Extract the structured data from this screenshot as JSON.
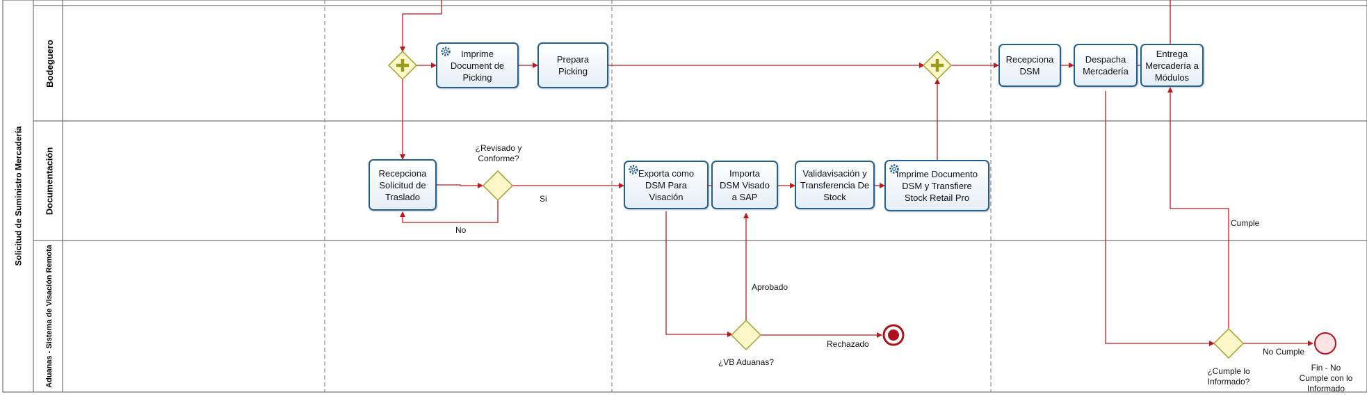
{
  "pool": {
    "label": "Solicitud de Suministro Mercadería"
  },
  "lanes": [
    {
      "id": "bodeguero",
      "label": "Bodeguero"
    },
    {
      "id": "documentacion",
      "label": "Documentación"
    },
    {
      "id": "aduanas",
      "label": "Aduanas - Sistema de Visación Remota"
    }
  ],
  "tasks": {
    "imprime_picking": "Imprime Document de Picking",
    "prepara_picking": "Prepara Picking",
    "recepciona_dsm": "Recepciona DSM",
    "despacha": "Despacha Mercadería",
    "entrega": "Entrega Mercadería a Módulos",
    "recepciona_solicitud": "Recepciona Solicitud de Traslado",
    "exporta": "Exporta como DSM Para Visación",
    "importa": "Importa DSM Visado a SAP",
    "validavisacion": "Validavisación y Transferencia De Stock",
    "imprime_documento": "Imprime Documento DSM y Transfiere Stock Retail Pro"
  },
  "gateways": {
    "revisado": "¿Revisado y Conforme?",
    "vb_aduanas": "¿VB Aduanas?",
    "cumple_informado": "¿Cumple lo Informado?"
  },
  "flow_labels": {
    "si": "Si",
    "no": "No",
    "aprobado": "Aprobado",
    "rechazado": "Rechazado",
    "cumple": "Cumple",
    "no_cumple": "No Cumple"
  },
  "events": {
    "end_no_cumple": "Fin - No Cumple con lo Informado"
  },
  "colors": {
    "flow": "#c0181f",
    "task_border": "#1f5f92",
    "gateway_fill": "#fbf7c8",
    "gateway_border": "#a5a02a",
    "parallel_marker": "#9a9a1a",
    "end_event": "#b0101c",
    "lane_lines": "#555555"
  }
}
